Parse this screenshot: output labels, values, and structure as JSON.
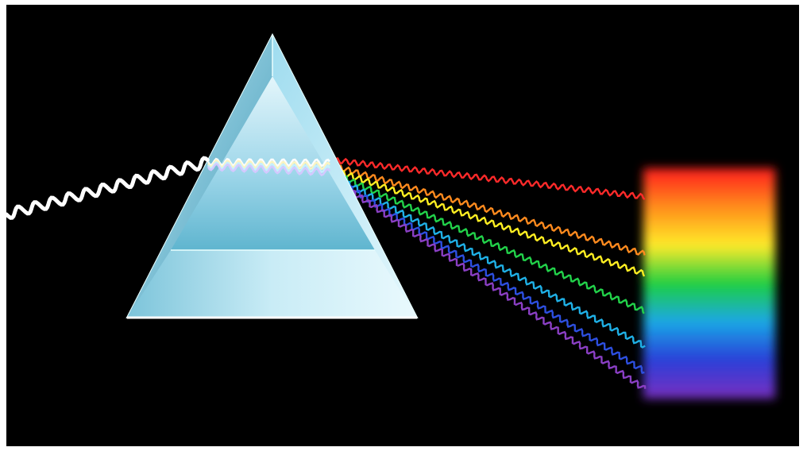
{
  "diagram": {
    "background_color": "#000000",
    "frame_color": "#ffffff",
    "incoming_light": {
      "color": "#ffffff",
      "description_icon": "wavy-white-light-icon"
    },
    "prism": {
      "icon": "triangular-prism-icon",
      "edge_color": "#e8fbff",
      "face_light": "#d6f2fa",
      "face_dark": "#4aa8c4"
    },
    "rays": [
      {
        "name": "red",
        "color": "#ff2a2a"
      },
      {
        "name": "orange",
        "color": "#ff8a1e"
      },
      {
        "name": "yellow",
        "color": "#ffee22"
      },
      {
        "name": "green",
        "color": "#22d24a"
      },
      {
        "name": "cyan",
        "color": "#1fb0e6"
      },
      {
        "name": "blue",
        "color": "#2d4fe0"
      },
      {
        "name": "violet",
        "color": "#8a3fc4"
      }
    ],
    "spectrum_bands": [
      {
        "name": "red",
        "color": "#ff1a1a"
      },
      {
        "name": "orange",
        "color": "#ff8c1a"
      },
      {
        "name": "yellow",
        "color": "#ffea2a"
      },
      {
        "name": "green",
        "color": "#1fcf3f"
      },
      {
        "name": "cyan",
        "color": "#1aa7e6"
      },
      {
        "name": "blue",
        "color": "#2a3fd8"
      },
      {
        "name": "violet",
        "color": "#7a2fc0"
      }
    ]
  }
}
